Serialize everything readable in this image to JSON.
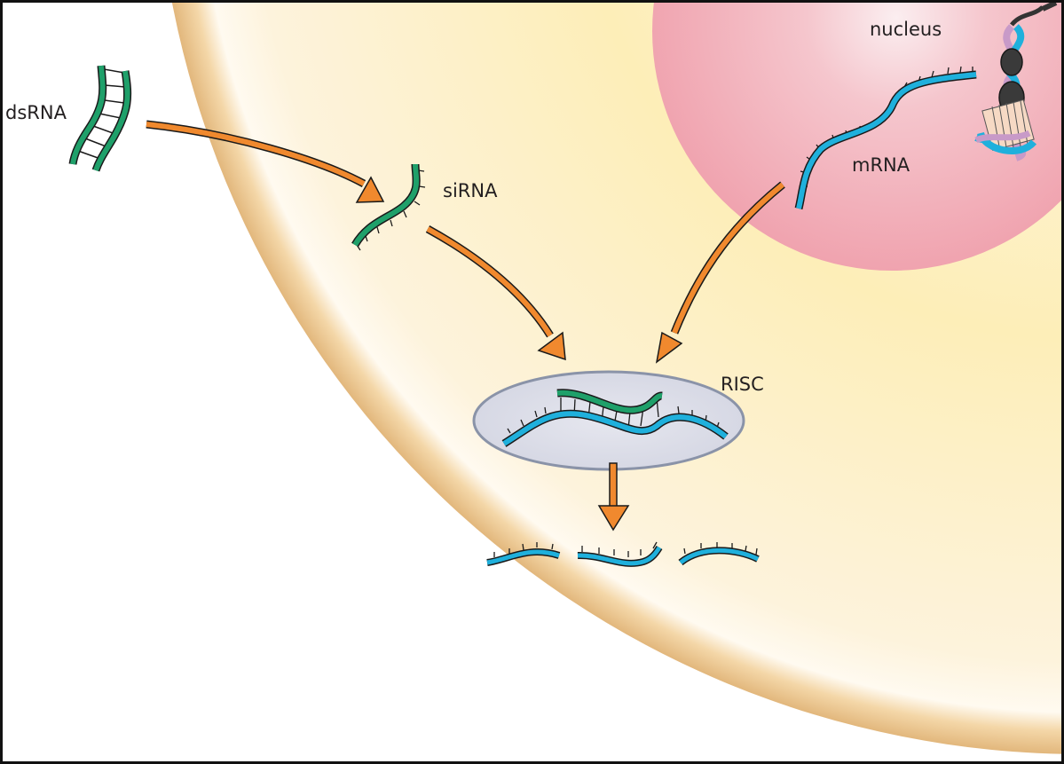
{
  "title": "RNA interference pathway",
  "labels": {
    "dsrna": "dsRNA",
    "sirna": "siRNA",
    "nucleus": "nucleus",
    "mrna": "mRNA",
    "risc": "RISC"
  },
  "colors": {
    "cytoplasm": "#fdf0c8",
    "cell_edge": "#e2b77c",
    "nucleus": "#f2a9b4",
    "rna_green": "#1fa06a",
    "rna_blue": "#1fb0dc",
    "arrow": "#f0892e",
    "risc_fill": "#dcdde8",
    "risc_stroke": "#8a93a8",
    "frame": "#111111"
  },
  "steps": [
    {
      "from": "dsRNA",
      "to": "siRNA"
    },
    {
      "from": "siRNA",
      "to": "RISC"
    },
    {
      "from": "mRNA",
      "to": "RISC"
    },
    {
      "from": "RISC",
      "to": "cleaved mRNA fragments"
    }
  ],
  "fragments_count": 3
}
